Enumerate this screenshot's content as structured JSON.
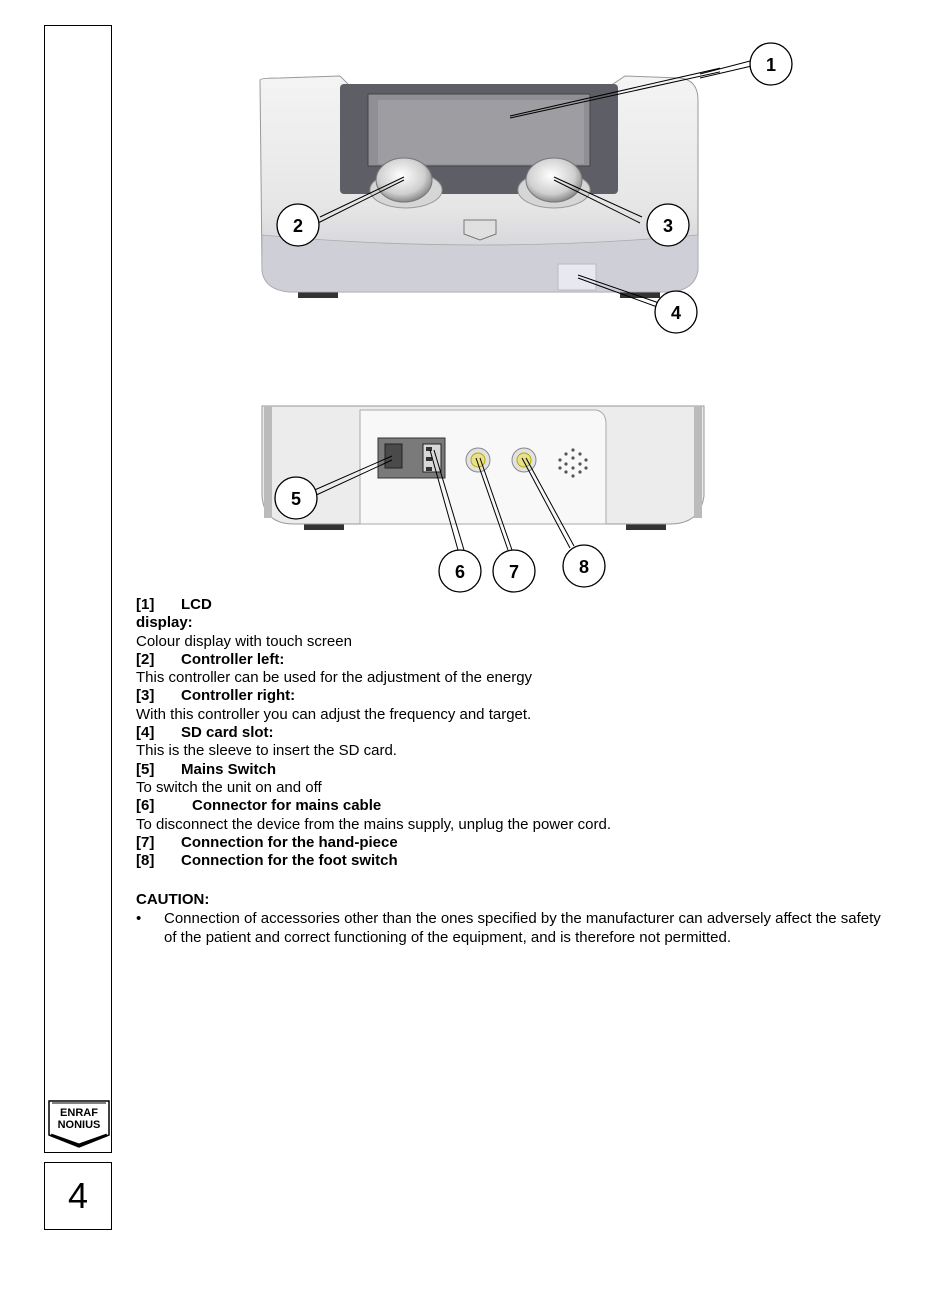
{
  "page_number": "4",
  "logo": {
    "line1": "ENRAF",
    "line2": "NONIUS"
  },
  "callouts": {
    "c1": "1",
    "c2": "2",
    "c3": "3",
    "c4": "4",
    "c5": "5",
    "c6": "6",
    "c7": "7",
    "c8": "8"
  },
  "legend": {
    "items": [
      {
        "num": "[1]",
        "title": "LCD",
        "title2": "display:",
        "desc": "Colour display with touch screen"
      },
      {
        "num": "[2]",
        "title": "Controller left:",
        "desc": "This controller can be used for the adjustment of the energy"
      },
      {
        "num": "[3]",
        "title": "Controller right:",
        "desc": "With this controller you can adjust the frequency and target."
      },
      {
        "num": "[4]",
        "title": "SD card slot:",
        "desc": "This is the sleeve to insert the SD card."
      },
      {
        "num": "[5]",
        "title": "Mains Switch",
        "desc": "To switch the unit on and off"
      },
      {
        "num": "[6]",
        "title": "Connector for mains cable",
        "desc": "To disconnect the device from the mains supply, unplug the power cord."
      },
      {
        "num": "[7]",
        "title": "Connection for the hand-piece"
      },
      {
        "num": "[8]",
        "title": "Connection for the foot switch"
      }
    ]
  },
  "caution": {
    "heading": "CAUTION:",
    "bullet": "•",
    "text": "Connection of accessories other than the ones specified by the manufacturer can adversely affect the safety of the patient and correct functioning of the equipment, and is therefore not permitted."
  }
}
